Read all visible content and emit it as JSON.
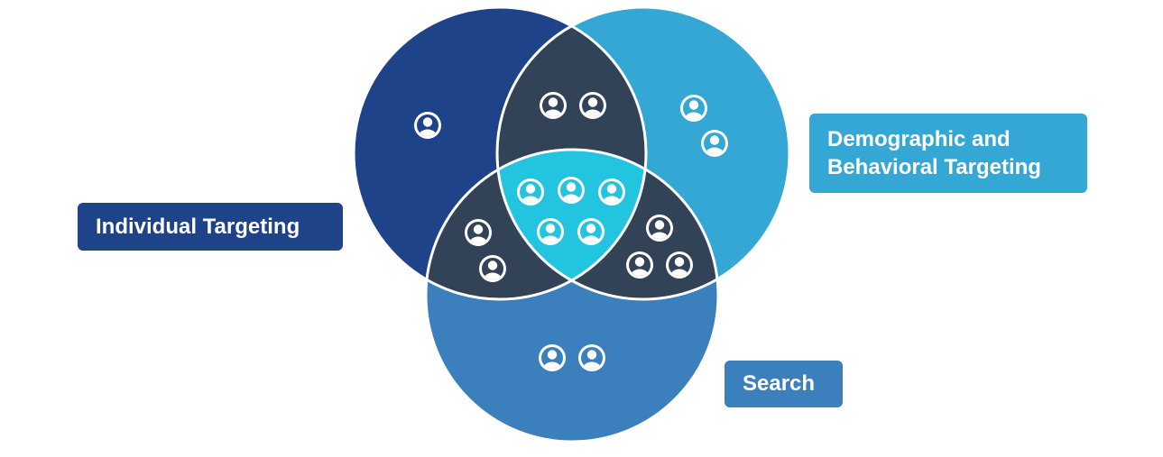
{
  "labels": {
    "individual": "Individual Targeting",
    "demographic_line1": "Demographic and",
    "demographic_line2": "Behavioral Targeting",
    "search": "Search"
  },
  "colors": {
    "individual": "#1e4389",
    "demographic": "#35a7d4",
    "search": "#3b7fbd",
    "pairwise_overlap": "#334357",
    "center_overlap": "#22c4e0",
    "outline": "#ffffff",
    "label_individual_bg": "#1e4389",
    "label_demographic_bg": "#35a7d4",
    "label_search_bg": "#3b7fbd"
  },
  "regions": [
    {
      "name": "individual-only",
      "people": 1
    },
    {
      "name": "individual-demographic-overlap",
      "people": 2
    },
    {
      "name": "demographic-only",
      "people": 2
    },
    {
      "name": "individual-search-overlap",
      "people": 2
    },
    {
      "name": "all-three-overlap",
      "people": 5
    },
    {
      "name": "demographic-search-overlap",
      "people": 3
    },
    {
      "name": "search-only",
      "people": 2
    }
  ],
  "icon": "person-icon"
}
